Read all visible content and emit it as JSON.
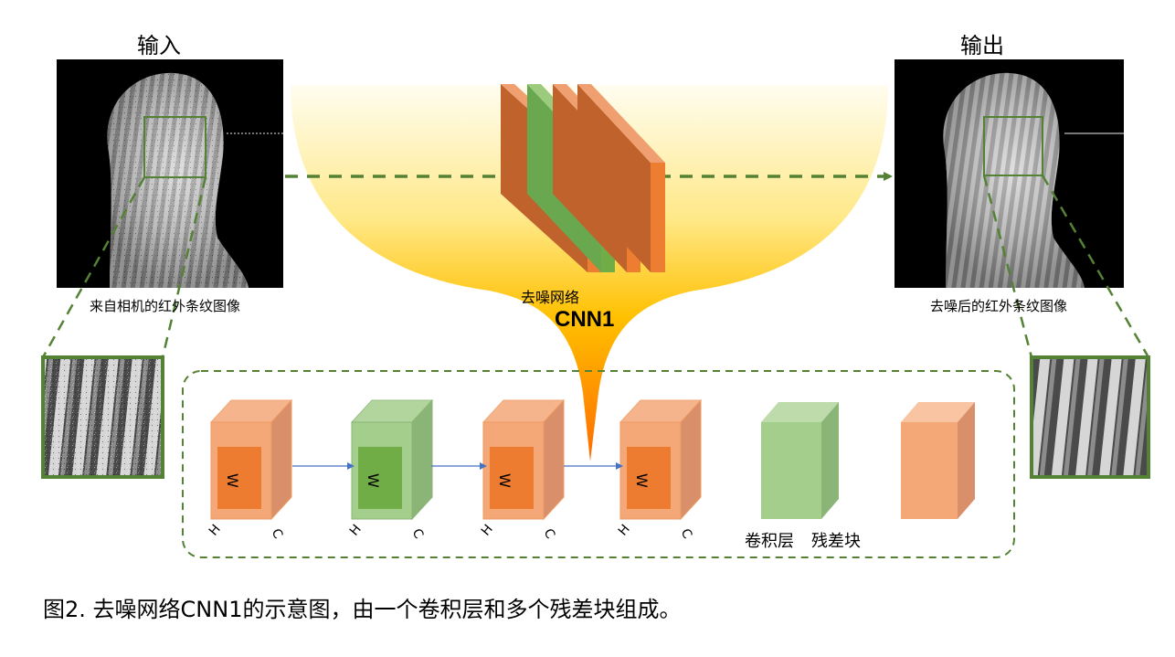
{
  "input": {
    "title": "输入",
    "caption": "来自相机的红外条纹图像"
  },
  "output": {
    "title": "输出",
    "caption": "去噪后的红外条纹图像"
  },
  "network": {
    "label_cn": "去噪网络",
    "name": "CNN1"
  },
  "layers": [
    {
      "type": "residual",
      "w": "W",
      "h": "H",
      "c": "C"
    },
    {
      "type": "conv",
      "w": "W",
      "h": "H",
      "c": "C"
    },
    {
      "type": "residual",
      "w": "W",
      "h": "H",
      "c": "C"
    },
    {
      "type": "residual",
      "w": "W",
      "h": "H",
      "c": "C"
    }
  ],
  "legend": {
    "conv": "卷积层",
    "residual": "残差块"
  },
  "figure_caption": "图2. 去噪网络CNN1的示意图，由一个卷积层和多个残差块组成。",
  "colors": {
    "orange_face": "#F4A878",
    "orange_side": "#D9906A",
    "orange_inner": "#EE7C30",
    "green_face": "#A4CE8C",
    "green_side": "#8AB577",
    "green_inner": "#70AD47",
    "frame_green": "#548235",
    "arrow_green": "#548235",
    "arrow_blue": "#4472C4"
  }
}
